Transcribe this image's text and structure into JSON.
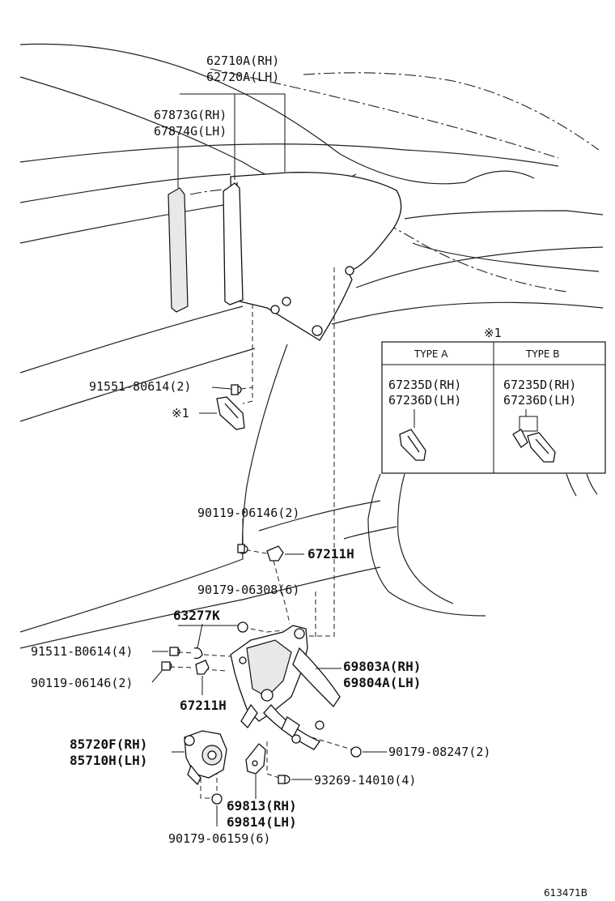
{
  "labels": {
    "glass_rh": "62710A(RH)",
    "glass_lh": "62720A(LH)",
    "channel_rh": "67873G(RH)",
    "channel_lh": "67874G(LH)",
    "bolt_91551": "91551-80614(2)",
    "ref_mark_left": "※1",
    "bolt_90119_top": "90119-06146(2)",
    "clip_67211h_top": "67211H",
    "nut_90179_06308": "90179-06308(6)",
    "part_63277k": "63277K",
    "bolt_91511": "91511-B0614(4)",
    "bolt_90119_bottom": "90119-06146(2)",
    "clip_67211h_bottom": "67211H",
    "regulator_rh": "69803A(RH)",
    "regulator_lh": "69804A(LH)",
    "motor_rh": "85720F(RH)",
    "motor_lh": "85710H(LH)",
    "nut_90179_08247": "90179-08247(2)",
    "screw_93269": "93269-14010(4)",
    "bracket_rh": "69813(RH)",
    "bracket_lh": "69814(LH)",
    "nut_90179_06159": "90179-06159(6)",
    "diagram_code": "613471B"
  },
  "inset": {
    "ref_mark": "※1",
    "type_a": {
      "header": "TYPE A",
      "part_rh": "67235D(RH)",
      "part_lh": "67236D(LH)"
    },
    "type_b": {
      "header": "TYPE B",
      "part_rh": "67235D(RH)",
      "part_lh": "67236D(LH)"
    }
  }
}
